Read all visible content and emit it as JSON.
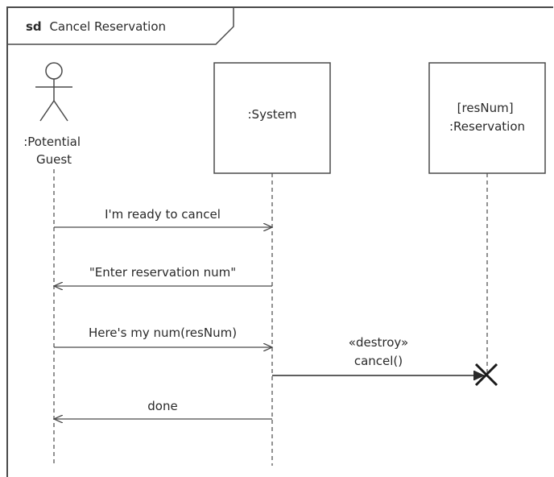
{
  "frame": {
    "keyword": "sd",
    "name": "Cancel Reservation"
  },
  "lifelines": [
    {
      "id": "guest",
      "kind": "actor",
      "label_lines": [
        ":Potential",
        "Guest"
      ]
    },
    {
      "id": "system",
      "kind": "object",
      "label_lines": [
        ":System"
      ]
    },
    {
      "id": "reservation",
      "kind": "object",
      "label_lines": [
        "[resNum]",
        ":Reservation"
      ]
    }
  ],
  "messages": [
    {
      "label": "I'm ready to cancel",
      "from": "guest",
      "to": "system"
    },
    {
      "label": "\"Enter reservation num\"",
      "from": "system",
      "to": "guest"
    },
    {
      "label": "Here's my num(resNum)",
      "from": "guest",
      "to": "system"
    },
    {
      "stereotype": "«destroy»",
      "label": "cancel()",
      "from": "system",
      "to": "reservation",
      "destroy": true
    },
    {
      "label": "done",
      "from": "system",
      "to": "guest"
    }
  ]
}
